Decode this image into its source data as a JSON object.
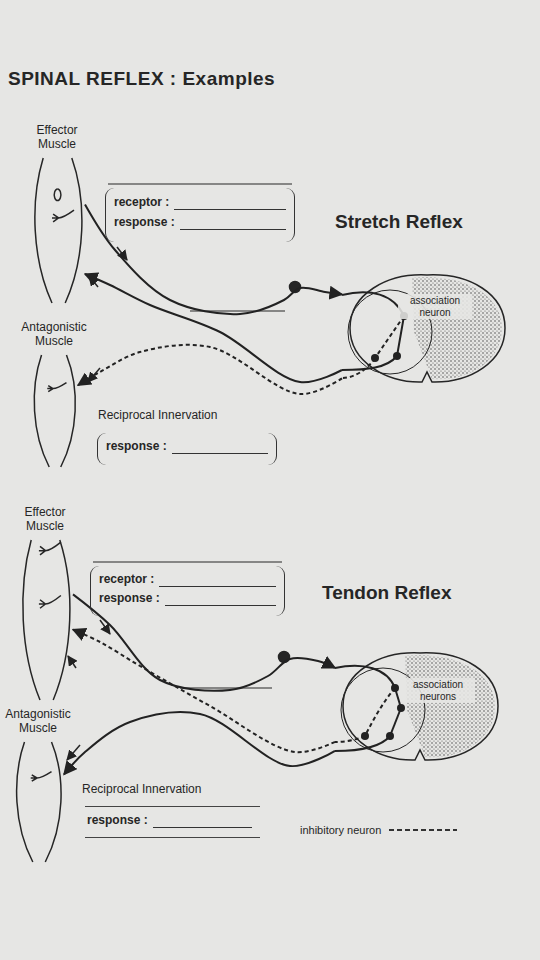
{
  "diagram": {
    "title": "SPINAL REFLEX : Examples",
    "nodes": [
      {
        "text": [
          "Effector Muscle"
        ]
      },
      {
        "text": [
          "receptor :",
          "response :"
        ]
      },
      {
        "text": [
          "association neuron"
        ]
      },
      {
        "text": [
          "Antagonistic Muscle"
        ]
      },
      {
        "text": [
          "Reciprocal Innervation",
          "response :"
        ]
      },
      {
        "text": [
          "Effector Muscle"
        ]
      },
      {
        "text": [
          "receptor :",
          "response :"
        ]
      },
      {
        "text": [
          "association neurons"
        ]
      },
      {
        "text": [
          "Antagonistic Muscle"
        ]
      },
      {
        "text": [
          "Reciprocal Innervation",
          "response :"
        ]
      }
    ],
    "edges": [
      {
        "from": 0,
        "to": 2,
        "arrow": "to"
      },
      {
        "from": 2,
        "to": 0,
        "arrow": "to"
      },
      {
        "from": 2,
        "to": 3,
        "arrow": "to"
      },
      {
        "from": 5,
        "to": 7,
        "arrow": "to"
      },
      {
        "from": 7,
        "to": 5,
        "arrow": "to"
      },
      {
        "from": 7,
        "to": 8,
        "arrow": "to"
      }
    ],
    "labels": [
      "Stretch Reflex",
      "Tendon Reflex"
    ],
    "legend": [
      {
        "text": "inhibitory neuron"
      }
    ]
  }
}
